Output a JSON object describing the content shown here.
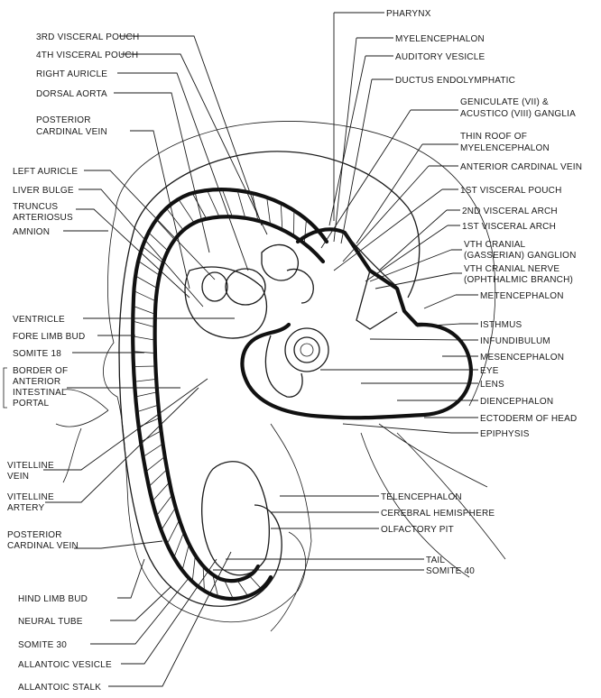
{
  "labels": {
    "right": {
      "pharynx": "PHARYNX",
      "myelencephalon": "MYELENCEPHALON",
      "auditory_vesicle": "AUDITORY VESICLE",
      "ductus_endolymphatic": "DUCTUS ENDOLYMPHATIC",
      "geniculate_1": "GENICULATE (VII) &",
      "geniculate_2": "ACUSTICO (VIII) GANGLIA",
      "thin_roof_1": "THIN ROOF OF",
      "thin_roof_2": "MYELENCEPHALON",
      "anterior_cardinal_vein": "ANTERIOR CARDINAL VEIN",
      "first_visceral_pouch": "1ST VISCERAL POUCH",
      "second_visceral_arch": "2ND VISCERAL ARCH",
      "first_visceral_arch": "1ST VISCERAL ARCH",
      "vth_ganglion_1": "VTH CRANIAL",
      "vth_ganglion_2": "(GASSERIAN) GANGLION",
      "vth_nerve_1": "VTH CRANIAL NERVE",
      "vth_nerve_2": "(OPHTHALMIC BRANCH)",
      "metencephalon": "METENCEPHALON",
      "isthmus": "ISTHMUS",
      "infundibulum": "INFUNDIBULUM",
      "mesencephalon": "MESENCEPHALON",
      "eye": "EYE",
      "lens": "LENS",
      "diencephalon": "DIENCEPHALON",
      "ectoderm_of_head": "ECTODERM OF HEAD",
      "epiphysis": "EPIPHYSIS",
      "telencephalon": "TELENCEPHALON",
      "cerebral_hemisphere": "CEREBRAL HEMISPHERE",
      "olfactory_pit": "OLFACTORY PIT",
      "tail": "TAIL",
      "somite_40": "SOMITE 40"
    },
    "left": {
      "third_visceral_pouch": "3RD VISCERAL POUCH",
      "fourth_visceral_pouch": "4TH VISCERAL POUCH",
      "right_auricle": "RIGHT AURICLE",
      "dorsal_aorta": "DORSAL AORTA",
      "posterior_cardinal_vein_1": "POSTERIOR",
      "posterior_cardinal_vein_2": "CARDINAL VEIN",
      "left_auricle": "LEFT AURICLE",
      "liver_bulge": "LIVER BULGE",
      "truncus_1": "TRUNCUS",
      "truncus_2": "ARTERIOSUS",
      "amnion": "AMNION",
      "ventricle": "VENTRICLE",
      "fore_limb_bud": "FORE LIMB BUD",
      "somite_18": "SOMITE 18",
      "border_1": "BORDER OF",
      "border_2": "ANTERIOR",
      "border_3": "INTESTINAL",
      "border_4": "PORTAL",
      "vitelline_vein_1": "VITELLINE",
      "vitelline_vein_2": "VEIN",
      "vitelline_artery_1": "VITELLINE",
      "vitelline_artery_2": "ARTERY",
      "posterior_cardinal_lower_1": "POSTERIOR",
      "posterior_cardinal_lower_2": "CARDINAL VEIN",
      "hind_limb_bud": "HIND LIMB BUD",
      "neural_tube": "NEURAL TUBE",
      "somite_30": "SOMITE 30",
      "allantoic_vesicle": "ALLANTOIC VESICLE",
      "allantoic_stalk": "ALLANTOIC STALK"
    }
  }
}
